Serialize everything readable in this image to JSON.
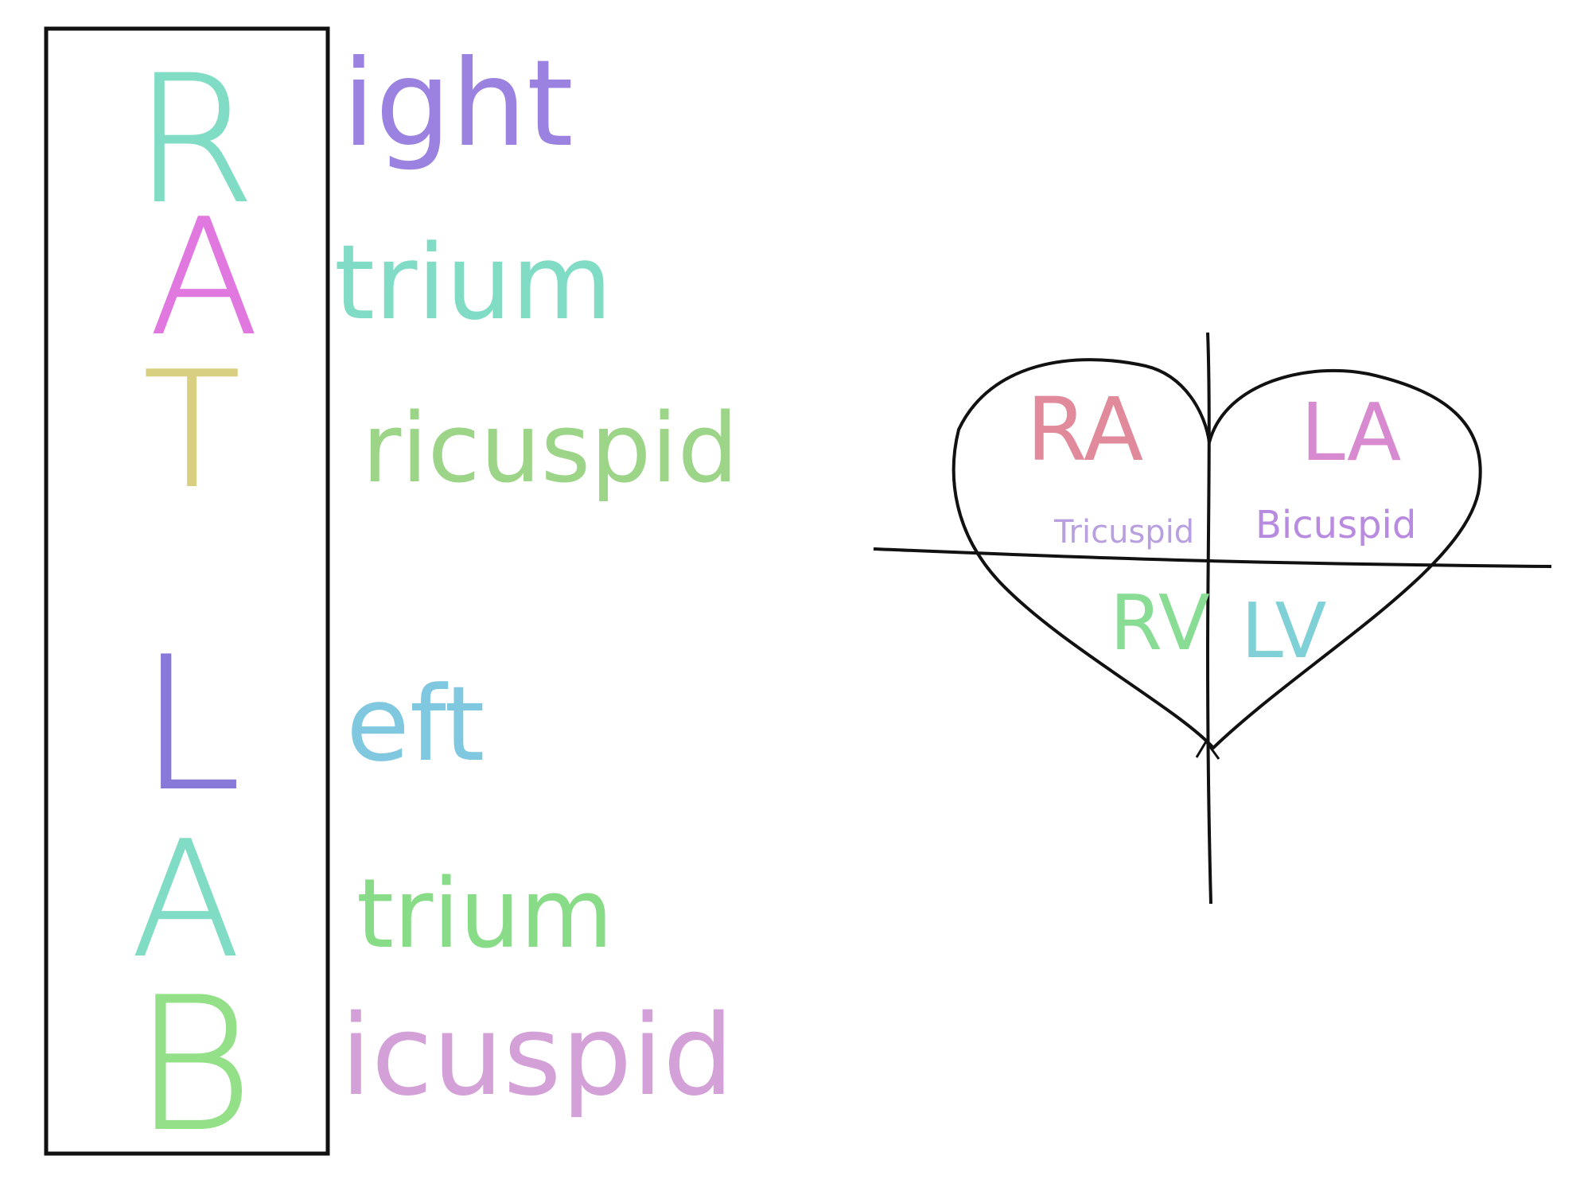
{
  "mnemonic": {
    "rows": [
      {
        "initial": "R",
        "rest": "ight",
        "initial_color": "#80dcc4",
        "rest_color": "#9c82e0"
      },
      {
        "initial": "A",
        "rest": "trium",
        "initial_color": "#e078e0",
        "rest_color": "#80dcc4"
      },
      {
        "initial": "T",
        "rest": "ricuspid",
        "initial_color": "#d8d080",
        "rest_color": "#9cd488"
      },
      {
        "initial": "L",
        "rest": "eft",
        "initial_color": "#8878d8",
        "rest_color": "#80c8e0"
      },
      {
        "initial": "A",
        "rest": "trium",
        "initial_color": "#80dcc4",
        "rest_color": "#88dc88"
      },
      {
        "initial": "B",
        "rest": "icuspid",
        "initial_color": "#94e088",
        "rest_color": "#d4a0d8"
      }
    ]
  },
  "heart": {
    "chambers": {
      "ra": {
        "label": "RA",
        "color": "#e08a9c"
      },
      "la": {
        "label": "LA",
        "color": "#d88ad0"
      },
      "rv": {
        "label": "RV",
        "color": "#88dc94"
      },
      "lv": {
        "label": "LV",
        "color": "#80d0d8"
      }
    },
    "valves": {
      "right": {
        "label": "Tricuspid",
        "color": "#b8a0e0"
      },
      "left": {
        "label": "Bicuspid",
        "color": "#b88ae0"
      }
    }
  }
}
